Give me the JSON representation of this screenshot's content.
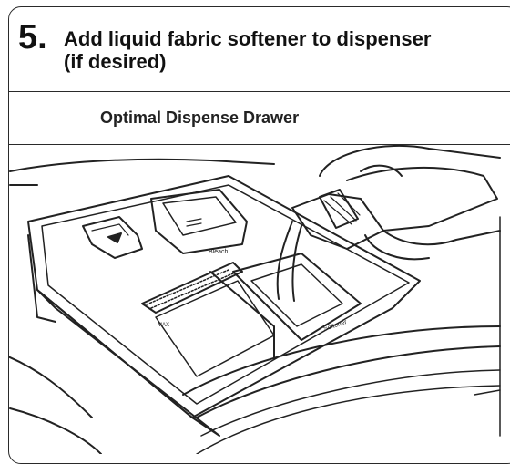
{
  "header": {
    "step_number": "5.",
    "title_line1": "Add liquid fabric softener to dispenser",
    "title_line2": "(if desired)"
  },
  "subheader": {
    "label": "Optimal Dispense Drawer"
  },
  "drawer_labels": {
    "bleach": "Bleach",
    "softener": "Softener",
    "max": "MAX"
  }
}
